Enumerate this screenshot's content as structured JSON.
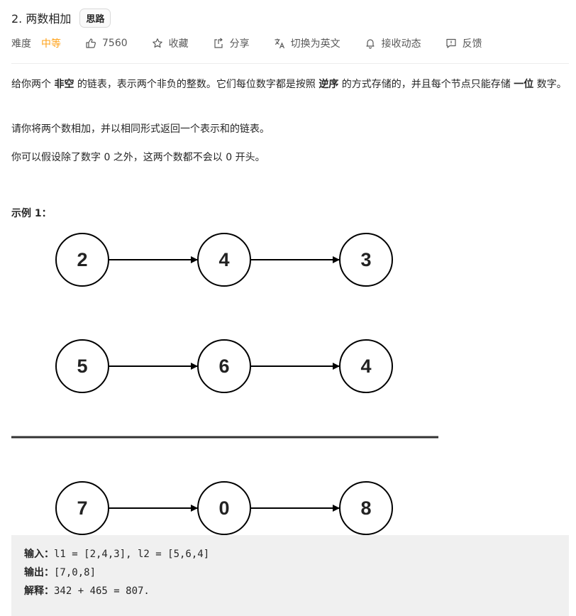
{
  "header": {
    "title": "2. 两数相加",
    "tag": "思路"
  },
  "meta": {
    "difficulty_label": "难度",
    "difficulty_value": "中等",
    "likes": "7560",
    "collect": "收藏",
    "share": "分享",
    "translate": "切换为英文",
    "subscribe": "接收动态",
    "feedback": "反馈"
  },
  "description": {
    "p1_a": "给你两个 ",
    "p1_b": "非空",
    "p1_c": " 的链表，表示两个非负的整数。它们每位数字都是按照 ",
    "p1_d": "逆序",
    "p1_e": " 的方式存储的，并且每个节点只能存储 ",
    "p1_f": "一位",
    "p1_g": " 数字。",
    "p2": "请你将两个数相加，并以相同形式返回一个表示和的链表。",
    "p3": "你可以假设除了数字 0 之外，这两个数都不会以 0 开头。"
  },
  "example": {
    "title": "示例 1：",
    "list1": [
      "2",
      "4",
      "3"
    ],
    "list2": [
      "5",
      "6",
      "4"
    ],
    "result": [
      "7",
      "0",
      "8"
    ],
    "input_label": "输入：",
    "input_value": "l1 = [2,4,3], l2 = [5,6,4]",
    "output_label": "输出：",
    "output_value": "[7,0,8]",
    "explain_label": "解释：",
    "explain_value": "342 + 465 = 807."
  },
  "colors": {
    "difficulty": "#ffa116",
    "code_bg": "#f0f0f0"
  }
}
